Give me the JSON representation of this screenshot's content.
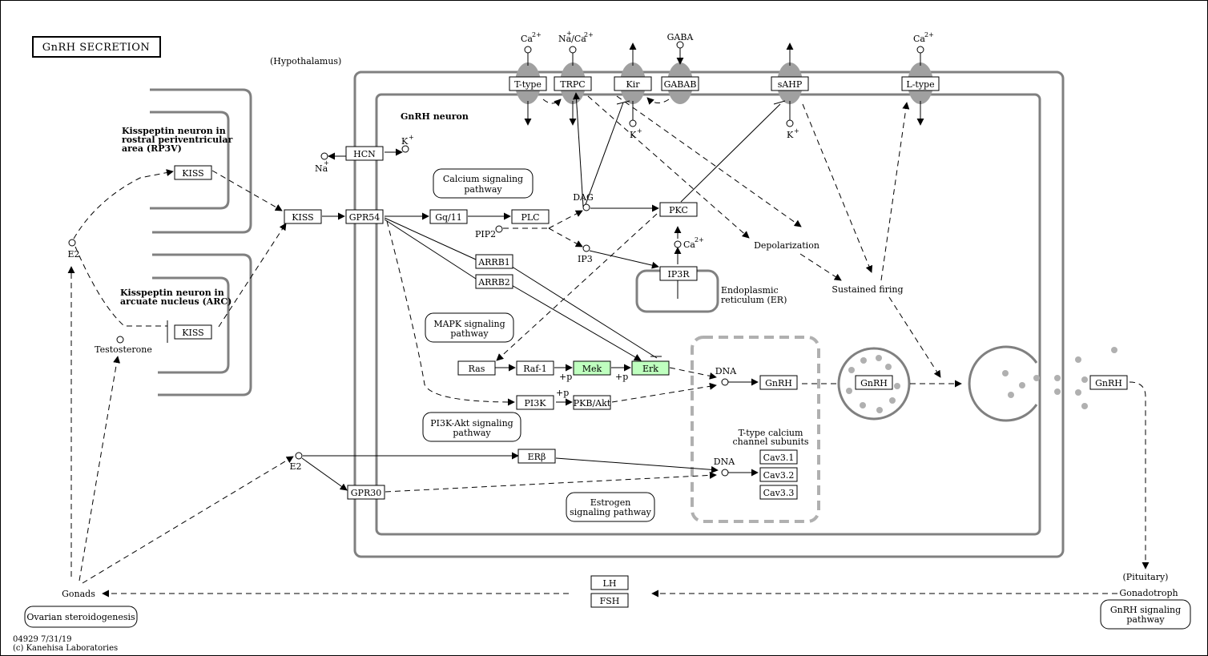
{
  "title": "GnRH SECRETION",
  "footer": {
    "id_line": "04929 7/31/19",
    "copyright": "(c) Kanehisa Laboratories"
  },
  "regions": {
    "hypothalamus": "(Hypothalamus)",
    "gnrh_neuron": "GnRH neuron",
    "kiss_rp3v": [
      "Kisspeptin neuron in",
      "rostral periventricular",
      "area (RP3V)"
    ],
    "kiss_arc": [
      "Kisspeptin neuron in",
      "arcuate nucleus (ARC)"
    ],
    "er": [
      "Endoplasmic",
      "reticulum (ER)"
    ],
    "pituitary": "(Pituitary)",
    "gonadotroph": "Gonadotroph"
  },
  "genes": {
    "kiss_top": "KISS",
    "kiss_bottom": "KISS",
    "kiss_mid": "KISS",
    "hcn": "HCN",
    "gpr54": "GPR54",
    "gq11": "Gq/11",
    "plc": "PLC",
    "pkc": "PKC",
    "ip3r": "IP3R",
    "arrb1": "ARRB1",
    "arrb2": "ARRB2",
    "ras": "Ras",
    "raf1": "Raf-1",
    "mek": "Mek",
    "erk": "Erk",
    "pi3k": "PI3K",
    "pkb": "PKB/Akt",
    "erb": "ERβ",
    "gpr30": "GPR30",
    "gnrh_nuc": "GnRH",
    "gnrh_vesicle": "GnRH",
    "gnrh_out": "GnRH",
    "cav31": "Cav3.1",
    "cav32": "Cav3.2",
    "cav33": "Cav3.3",
    "ttype": "T-type",
    "trpc": "TRPC",
    "kir": "Kir",
    "gabab": "GABAB",
    "sahp": "sAHP",
    "ltype": "L-type",
    "lh": "LH",
    "fsh": "FSH"
  },
  "compounds": {
    "ca_ttype": "Ca",
    "na_ca": "Na/Ca",
    "gaba": "GABA",
    "ca_ltype": "Ca",
    "k_kir": "K",
    "k_sahp": "K",
    "k_hcn": "K",
    "na_hcn": "Na",
    "dag": "DAG",
    "pip2": "PIP2",
    "ip3": "IP3",
    "ca_er": "Ca",
    "e2_left": "E2",
    "e2_mid": "E2",
    "testosterone": "Testosterone",
    "dna1": "DNA",
    "dna2": "DNA"
  },
  "superscripts": {
    "ca2plus": "2+",
    "plus": "+"
  },
  "labels": {
    "depolarization": "Depolarization",
    "sustained_firing": "Sustained firing",
    "ttype_subunits": [
      "T-type calcium",
      "channel subunits"
    ],
    "gonads": "Gonads",
    "p1": "+p",
    "p2": "+p",
    "p3": "+p"
  },
  "pathways": {
    "calcium": [
      "Calcium signaling",
      "pathway"
    ],
    "mapk": [
      "MAPK signaling",
      "pathway"
    ],
    "pi3k": [
      "PI3K-Akt signaling",
      "pathway"
    ],
    "estrogen": [
      "Estrogen",
      "signaling pathway"
    ],
    "ovarian": "Ovarian steroidogenesis",
    "gnrh": [
      "GnRH signaling",
      "pathway"
    ]
  },
  "colors": {
    "highlight": "#bfffbf",
    "membrane": "#808080",
    "channel": "#a0a0a0",
    "dots": "#b0b0b0"
  }
}
